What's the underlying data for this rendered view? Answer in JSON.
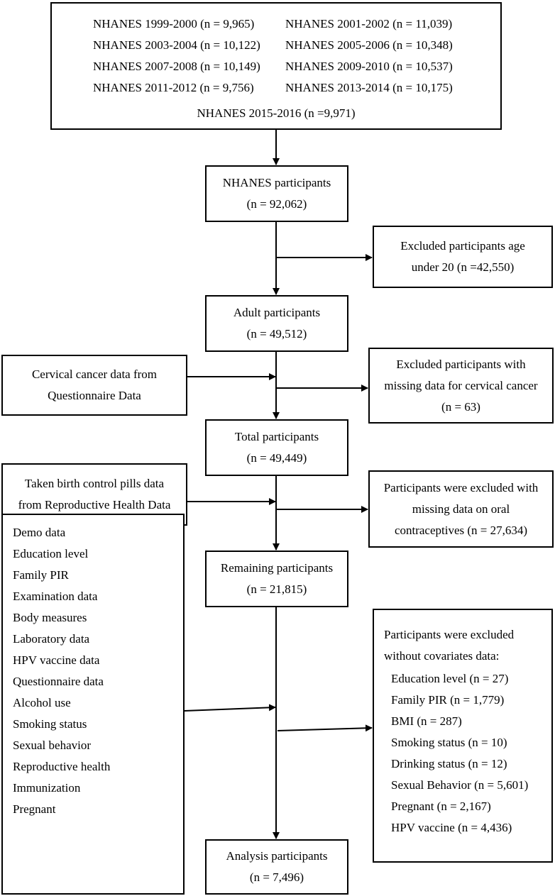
{
  "cohorts": {
    "rows": [
      [
        "NHANES 1999-2000 (n = 9,965)",
        "NHANES 2001-2002 (n = 11,039)"
      ],
      [
        "NHANES 2003-2004 (n = 10,122)",
        "NHANES 2005-2006 (n = 10,348)"
      ],
      [
        "NHANES 2007-2008 (n = 10,149)",
        "NHANES 2009-2010 (n = 10,537)"
      ],
      [
        "NHANES 2011-2012 (n = 9,756)",
        "NHANES 2013-2014 (n = 10,175)"
      ]
    ],
    "last": "NHANES 2015-2016 (n =9,971)"
  },
  "stages": {
    "nhanes": [
      "NHANES participants",
      "(n = 92,062)"
    ],
    "adult": [
      "Adult participants",
      "(n = 49,512)"
    ],
    "total": [
      "Total participants",
      "(n = 49,449)"
    ],
    "remaining": [
      "Remaining participants",
      "(n = 21,815)"
    ],
    "analysis": [
      "Analysis participants",
      "(n = 7,496)"
    ]
  },
  "exclusions": {
    "age": [
      "Excluded participants age",
      "under 20 (n =42,550)"
    ],
    "cervical": [
      "Excluded participants with",
      "missing data for cervical cancer",
      "(n = 63)"
    ],
    "oral": [
      "Participants were excluded with",
      "missing data on oral",
      "contraceptives (n = 27,634)"
    ],
    "covariates": {
      "header": [
        "Participants were excluded",
        "without covariates data:"
      ],
      "items": [
        "Education level (n = 27)",
        "Family PIR (n = 1,779)",
        "BMI (n = 287)",
        "Smoking status (n = 10)",
        "Drinking status (n = 12)",
        "Sexual Behavior (n = 5,601)",
        "Pregnant (n = 2,167)",
        "HPV vaccine (n = 4,436)"
      ]
    }
  },
  "sources": {
    "cervical": [
      "Cervical cancer data from",
      "Questionnaire Data"
    ],
    "pills": [
      "Taken birth control pills data",
      "from Reproductive Health Data"
    ],
    "variables": [
      "Demo data",
      "Education level",
      "Family PIR",
      "Examination data",
      "Body measures",
      "Laboratory data",
      "HPV vaccine data",
      "Questionnaire data",
      "Alcohol use",
      "Smoking status",
      "Sexual behavior",
      "Reproductive health",
      "Immunization",
      "Pregnant"
    ]
  }
}
